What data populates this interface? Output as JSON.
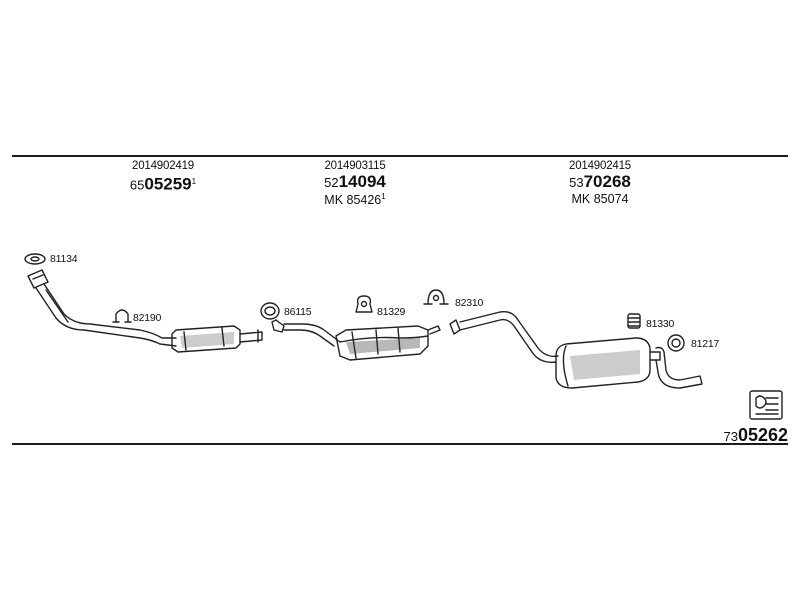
{
  "groups": [
    {
      "number": "2014902419",
      "code_prefix": "65",
      "code_main": "05259",
      "code_sup": "1",
      "mk": ""
    },
    {
      "number": "2014903115",
      "code_prefix": "52",
      "code_main": "14094",
      "code_sup": "",
      "mk": "MK  85426",
      "mk_sup": "1"
    },
    {
      "number": "2014902415",
      "code_prefix": "53",
      "code_main": "70268",
      "code_sup": "",
      "mk": "MK  85074",
      "mk_sup": ""
    }
  ],
  "parts": [
    {
      "id": "gasket",
      "label": "81134"
    },
    {
      "id": "clamp",
      "label": "82190"
    },
    {
      "id": "ring",
      "label": "86115"
    },
    {
      "id": "rubber-mount-1",
      "label": "81329"
    },
    {
      "id": "clamp-2",
      "label": "82310"
    },
    {
      "id": "rubber-mount-2",
      "label": "81330"
    },
    {
      "id": "ring-2",
      "label": "81217"
    }
  ],
  "corner": {
    "prefix": "73",
    "main": "05262"
  }
}
